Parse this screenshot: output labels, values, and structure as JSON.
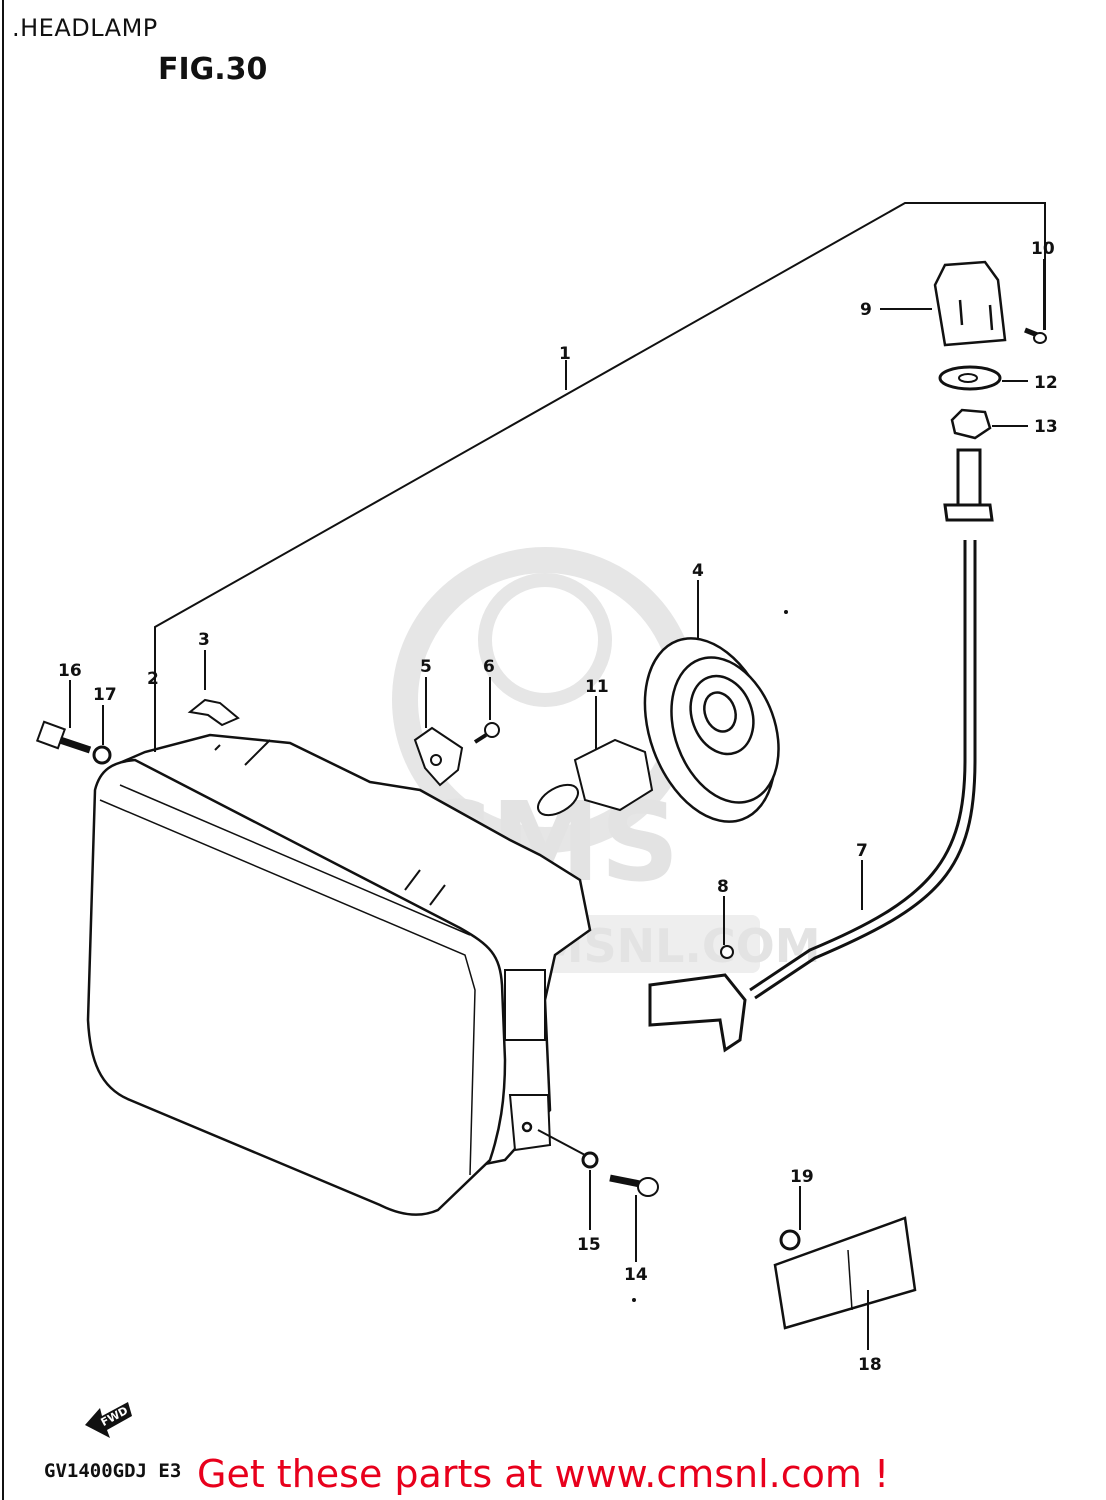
{
  "header": {
    "title": ".HEADLAMP",
    "figure": "FIG.30"
  },
  "watermark": {
    "brand": "CMS",
    "site": "WWW.CMSNL.COM"
  },
  "footer": {
    "model_code": "GV1400GDJ E3",
    "cta": "Get these parts at www.cmsnl.com !",
    "forward_arrow_label": "FWD",
    "cta_color": "#e8001c"
  },
  "callouts": [
    {
      "id": "1",
      "label": "1"
    },
    {
      "id": "2",
      "label": "2"
    },
    {
      "id": "3",
      "label": "3"
    },
    {
      "id": "4",
      "label": "4"
    },
    {
      "id": "5",
      "label": "5"
    },
    {
      "id": "6",
      "label": "6"
    },
    {
      "id": "7",
      "label": "7"
    },
    {
      "id": "8",
      "label": "8"
    },
    {
      "id": "9",
      "label": "9"
    },
    {
      "id": "10",
      "label": "10"
    },
    {
      "id": "11",
      "label": "11"
    },
    {
      "id": "12",
      "label": "12"
    },
    {
      "id": "13",
      "label": "13"
    },
    {
      "id": "14",
      "label": "14"
    },
    {
      "id": "15",
      "label": "15"
    },
    {
      "id": "16",
      "label": "16"
    },
    {
      "id": "17",
      "label": "17"
    },
    {
      "id": "18",
      "label": "18"
    },
    {
      "id": "19",
      "label": "19"
    }
  ]
}
